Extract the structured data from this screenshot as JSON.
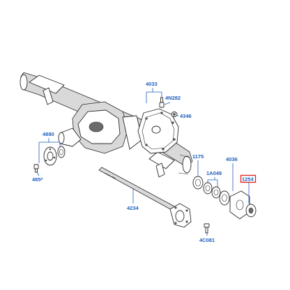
{
  "diagram": {
    "part_labels": {
      "cover": "4033",
      "cover_bolt": "4N282",
      "fill_plug": "4346",
      "flange_kit": "4880",
      "flange_bolt": "485*",
      "inner_seal": "1175",
      "bearing_set": "1A049",
      "retainer": "4036",
      "axle_shaft": "4234",
      "wheel_bolt": "4C081",
      "hub_seal": "1254"
    },
    "highlighted_part": "1254",
    "colors": {
      "label": "#1f5fbf",
      "highlight": "#e0211b",
      "ink": "#2a2a2a"
    }
  }
}
